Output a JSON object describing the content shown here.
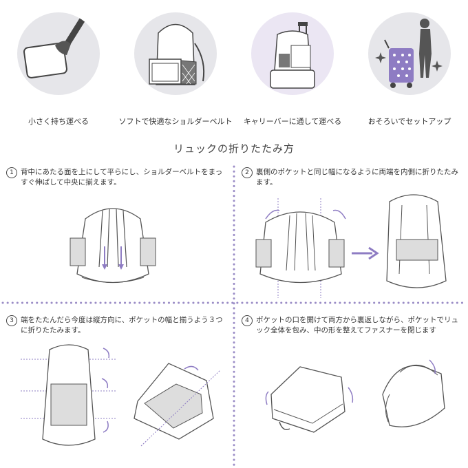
{
  "features": [
    {
      "caption": "小さく持ち運べる",
      "icon": "hand-carry-pouch-icon"
    },
    {
      "caption": "ソフトで快適なショルダーベルト",
      "icon": "backpack-icon"
    },
    {
      "caption": "キャリーバーに通して運べる",
      "icon": "carry-bar-suitcase-icon"
    },
    {
      "caption": "おそろいでセットアップ",
      "icon": "person-with-cart-icon"
    }
  ],
  "section_title": "リュックの折りたたみ方",
  "steps": [
    {
      "number": "1",
      "text": "背中にあたる面を上にして平らにし、ショルダーベルトをまっすぐ伸ばして中央に揃えます。"
    },
    {
      "number": "2",
      "text": "裏側のポケットと同じ幅になるように両端を内側に折りたたみます。"
    },
    {
      "number": "3",
      "text": "端をたたんだら今度は縦方向に、ポケットの幅と揃うよう３つに折りたたみます。"
    },
    {
      "number": "4",
      "text": "ポケットの口を開けて両方から裏返しながら、ポケットでリュック全体を包み、中の形を整えてファスナーを閉じます"
    }
  ],
  "colors": {
    "circle_bg": "#e8e8ec",
    "accent": "#8e7cc3",
    "divider": "#9a8cc6",
    "line": "#555555"
  }
}
